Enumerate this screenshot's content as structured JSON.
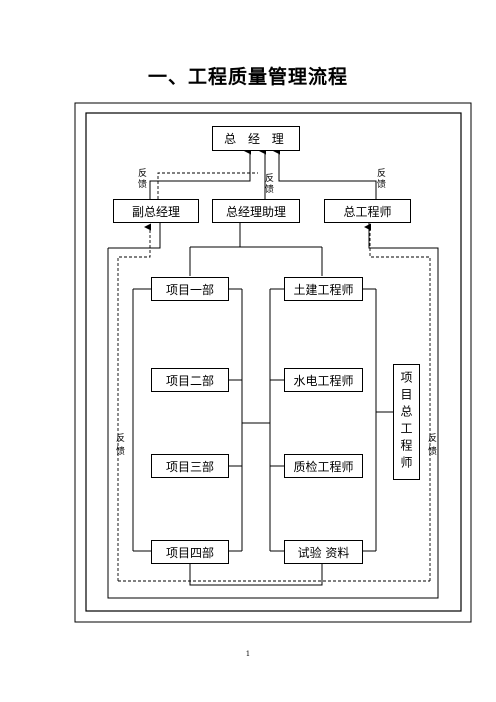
{
  "title": "一、工程质量管理流程",
  "boxes": {
    "gm": "总 经 理",
    "deputy": "副总经理",
    "assistant": "总经理助理",
    "chief_engineer": "总工程师",
    "dept1": "项目一部",
    "dept2": "项目二部",
    "dept3": "项目三部",
    "dept4": "项目四部",
    "civil": "土建工程师",
    "hydro": "水电工程师",
    "qc": "质检工程师",
    "test": "试验 资料",
    "project_chief": "项目总工程师"
  },
  "feedback": {
    "left_top": "反馈",
    "mid_top": "反馈",
    "right_top": "反馈",
    "left_side": "反馈",
    "right_side": "反馈"
  },
  "page_number": "1"
}
